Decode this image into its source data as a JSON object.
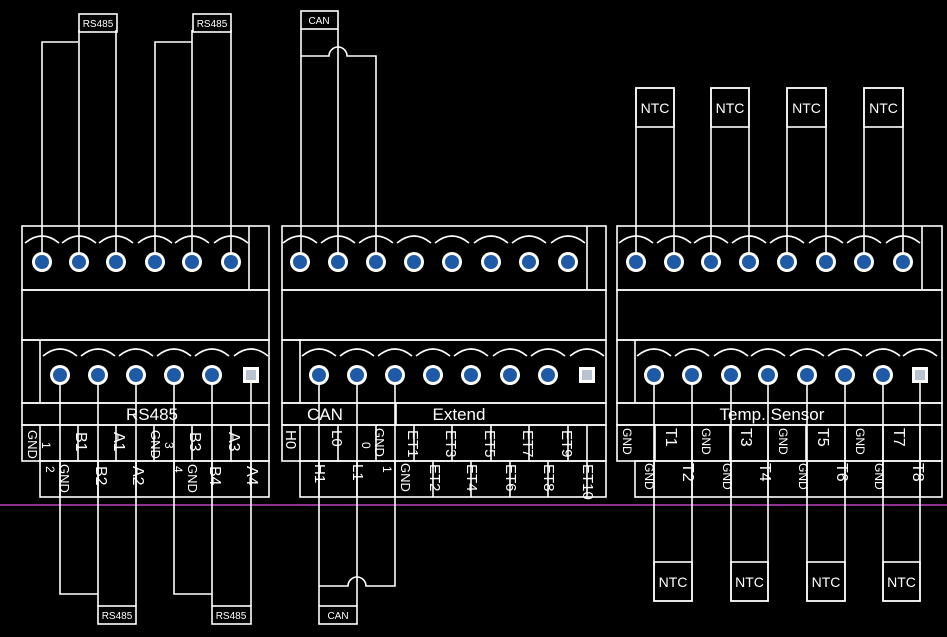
{
  "colors": {
    "background": "#000000",
    "line": "#ffffff",
    "pin_fill": "#1f5aa6",
    "pin_ring": "#c8c8c8",
    "square_pad": "#b9c3cf",
    "magenta_line": "#c040c0"
  },
  "top_labels": {
    "rs485_a": "RS485",
    "rs485_b": "RS485",
    "can": "CAN",
    "ntc_1": "NTC",
    "ntc_2": "NTC",
    "ntc_3": "NTC",
    "ntc_4": "NTC"
  },
  "bottom_labels": {
    "rs485_a": "RS485",
    "rs485_b": "RS485",
    "can": "CAN",
    "ntc_1": "NTC",
    "ntc_2": "NTC",
    "ntc_3": "NTC",
    "ntc_4": "NTC"
  },
  "connectors": [
    {
      "id": "rs485",
      "title": "RS485",
      "top_pins": 6,
      "bottom_pins": 6,
      "upper_labels": [
        "GND 1",
        "B1",
        "A1",
        "GND 3",
        "B3",
        "A3"
      ],
      "lower_labels": [
        "GND 2",
        "B2",
        "A2",
        "GND 4",
        "B4",
        "A4"
      ]
    },
    {
      "id": "can-extend",
      "title_left": "CAN",
      "title_right": "Extend",
      "top_pins": 8,
      "bottom_pins": 8,
      "upper_labels": [
        "H0",
        "L0",
        "GND 0",
        "ET1",
        "ET3",
        "ET5",
        "ET7",
        "ET9"
      ],
      "lower_labels": [
        "H1",
        "L1",
        "GND 1",
        "ET2",
        "ET4",
        "ET6",
        "ET8",
        "ET10"
      ]
    },
    {
      "id": "temp-sensor",
      "title": "Temp. Sensor",
      "top_pins": 8,
      "bottom_pins": 8,
      "upper_labels": [
        "GND",
        "T1",
        "GND",
        "T3",
        "GND",
        "T5",
        "GND",
        "T7"
      ],
      "lower_labels": [
        "GND",
        "T2",
        "GND",
        "T4",
        "GND",
        "T6",
        "GND",
        "T8"
      ]
    }
  ]
}
